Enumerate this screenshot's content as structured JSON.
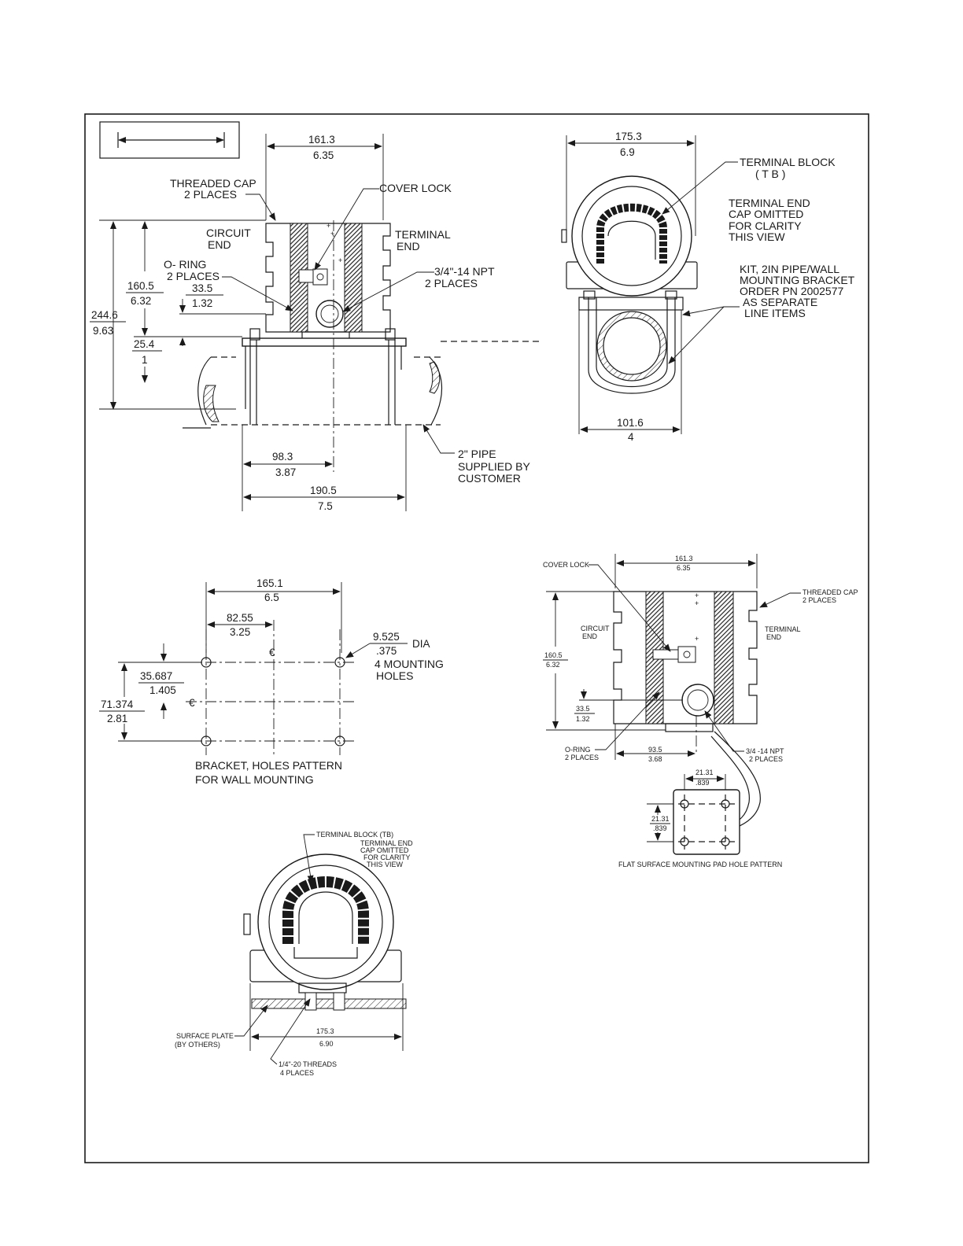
{
  "colors": {
    "ink": "#1a1a1a",
    "paper": "#ffffff",
    "hatch": "#333333"
  },
  "legend": {
    "icon": "double-arrow-icon"
  },
  "view_front": {
    "dim_width": {
      "mm": "161.3",
      "in": "6.35"
    },
    "threaded_cap": "THREADED CAP",
    "threaded_cap_places": "2 PLACES",
    "cover_lock": "COVER LOCK",
    "circuit_end": "CIRCUIT",
    "circuit_end2": "END",
    "terminal_end": "TERMINAL",
    "terminal_end2": "END",
    "oring": "O- RING",
    "oring_places": "2 PLACES",
    "npt": "3/4\"-14 NPT",
    "npt_places": "2 PLACES",
    "dim_height": {
      "mm": "160.5",
      "in": "6.32"
    },
    "dim_conduit": {
      "mm": "33.5",
      "in": "1.32"
    },
    "dim_total": {
      "mm": "244.6",
      "in": "9.63"
    },
    "dim_pipe": {
      "mm": "25.4",
      "in": "1"
    },
    "dim_center": {
      "mm": "98.3",
      "in": "3.87"
    },
    "dim_bracket": {
      "mm": "190.5",
      "in": "7.5"
    },
    "pipe_note": "2\" PIPE",
    "pipe_note2": "SUPPLIED BY",
    "pipe_note3": "CUSTOMER"
  },
  "view_end": {
    "dim_width": {
      "mm": "175.3",
      "in": "6.9"
    },
    "terminal_block": "TERMINAL BLOCK",
    "terminal_block_abbr": "( T B )",
    "note1": "TERMINAL END",
    "note2": "CAP OMITTED",
    "note3": "FOR CLARITY",
    "note4": "THIS VIEW",
    "kit1": "KIT, 2IN PIPE/WALL",
    "kit2": "MOUNTING BRACKET",
    "kit3": "ORDER PN 2002577",
    "kit4": "AS SEPARATE",
    "kit5": "LINE ITEMS",
    "dim_bottom": {
      "mm": "101.6",
      "in": "4"
    }
  },
  "view_bracket": {
    "dim_holes_x": {
      "mm": "165.1",
      "in": "6.5"
    },
    "dim_half_x": {
      "mm": "82.55",
      "in": "3.25"
    },
    "dim_dia": {
      "mm": "9.525",
      "in": ".375"
    },
    "dia_suffix": "DIA",
    "holes_note": "4 MOUNTING",
    "holes_note2": "HOLES",
    "dim_half_y": {
      "mm": "35.687",
      "in": "1.405"
    },
    "dim_holes_y": {
      "mm": "71.374",
      "in": "2.81"
    },
    "cl_mark": "€",
    "caption1": "BRACKET, HOLES PATTERN",
    "caption2": "FOR WALL MOUNTING"
  },
  "view_flat": {
    "cover_lock": "COVER LOCK",
    "dim_width": {
      "mm": "161.3",
      "in": "6.35"
    },
    "threaded_cap": "THREADED CAP",
    "threaded_cap_places": "2 PLACES",
    "circuit_end": "CIRCUIT",
    "circuit_end2": "END",
    "terminal_end": "TERMINAL",
    "terminal_end2": "END",
    "dim_height": {
      "mm": "160.5",
      "in": "6.32"
    },
    "dim_conduit": {
      "mm": "33.5",
      "in": "1.32"
    },
    "oring": "O-RING",
    "oring_places": "2 PLACES",
    "dim_center": {
      "mm": "93.5",
      "in": "3.68"
    },
    "npt": "3/4 -14 NPT",
    "npt_places": "2 PLACES",
    "pad_x": {
      "mm": "21.31",
      "in": ".839"
    },
    "pad_y": {
      "mm": "21.31",
      "in": ".839"
    },
    "caption": "FLAT SURFACE MOUNTING PAD HOLE PATTERN"
  },
  "view_surface": {
    "terminal_block": "TERMINAL BLOCK (TB)",
    "note1": "TERMINAL END",
    "note2": "CAP OMITTED",
    "note3": "FOR CLARITY",
    "note4": "THIS VIEW",
    "surface_plate": "SURFACE PLATE",
    "surface_plate2": "(BY OTHERS)",
    "dim_width": {
      "mm": "175.3",
      "in": "6.90"
    },
    "threads": "1/4\"-20 THREADS",
    "threads_places": "4 PLACES"
  }
}
